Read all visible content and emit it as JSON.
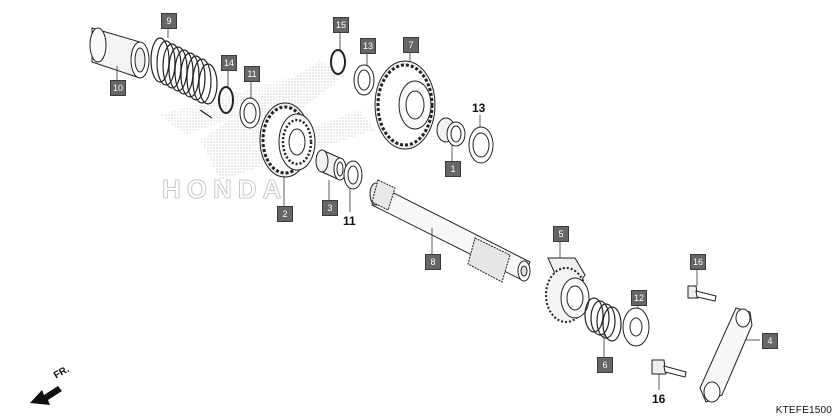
{
  "diagram": {
    "code": "KTEFE1500",
    "front_label": "FR.",
    "brand_watermark": "HONDA",
    "callouts": {
      "c1": "1",
      "c2": "2",
      "c3": "3",
      "c4": "4",
      "c5": "5",
      "c6": "6",
      "c7": "7",
      "c8": "8",
      "c9": "9",
      "c10": "10",
      "c11a": "11",
      "c11b": "11",
      "c12": "12",
      "c13a": "13",
      "c13b": "13",
      "c14": "14",
      "c15": "15",
      "c16a": "16",
      "c16b": "16"
    }
  }
}
